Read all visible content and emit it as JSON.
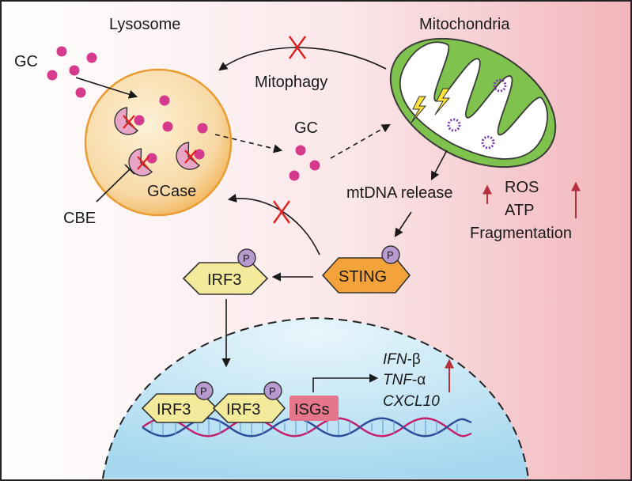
{
  "colors": {
    "frame": "#222222",
    "bg_right": "#f1b5bb",
    "lysosome_fill": "#f8d9a6",
    "lysosome_edge": "#f0a940",
    "gc_particle": "#d53a8c",
    "gcase": "#e7a6c6",
    "mito_outer": "#7fc24d",
    "mito_edge": "#3a3a3a",
    "nucleus": "#bfe3f4",
    "sting": "#f4a23a",
    "irf3": "#f4ea9c",
    "phospho": "#b99ad0",
    "isg_box": "#e5768c",
    "inhibit_x": "#e02020",
    "up_arrow": "#b5303a",
    "dna_a": "#c2206a",
    "dna_b": "#2c4c9a"
  },
  "labels": {
    "lysosome": "Lysosome",
    "mitochondria": "Mitochondria",
    "gc_outside": "GC",
    "gc_middle": "GC",
    "mitophagy": "Mitophagy",
    "gcase": "GCase",
    "cbe": "CBE",
    "mtdna_release": "mtDNA release",
    "ros": "ROS",
    "atp": "ATP",
    "fragmentation": "Fragmentation",
    "sting": "STING",
    "irf3_cyto": "IRF3",
    "irf3_nuc_1": "IRF3",
    "irf3_nuc_2": "IRF3",
    "isgs": "ISGs",
    "phospho": "P",
    "genes": {
      "ifn_italic": "IFN",
      "ifn_rest": "-β",
      "tnf_italic": "TNF",
      "tnf_rest": "-α",
      "cxcl10": "CXCL10"
    }
  },
  "icons": [
    "inhibit-x-icon",
    "lightning-icon",
    "up-arrow-icon",
    "dna-helix-icon",
    "phosphate-icon"
  ]
}
